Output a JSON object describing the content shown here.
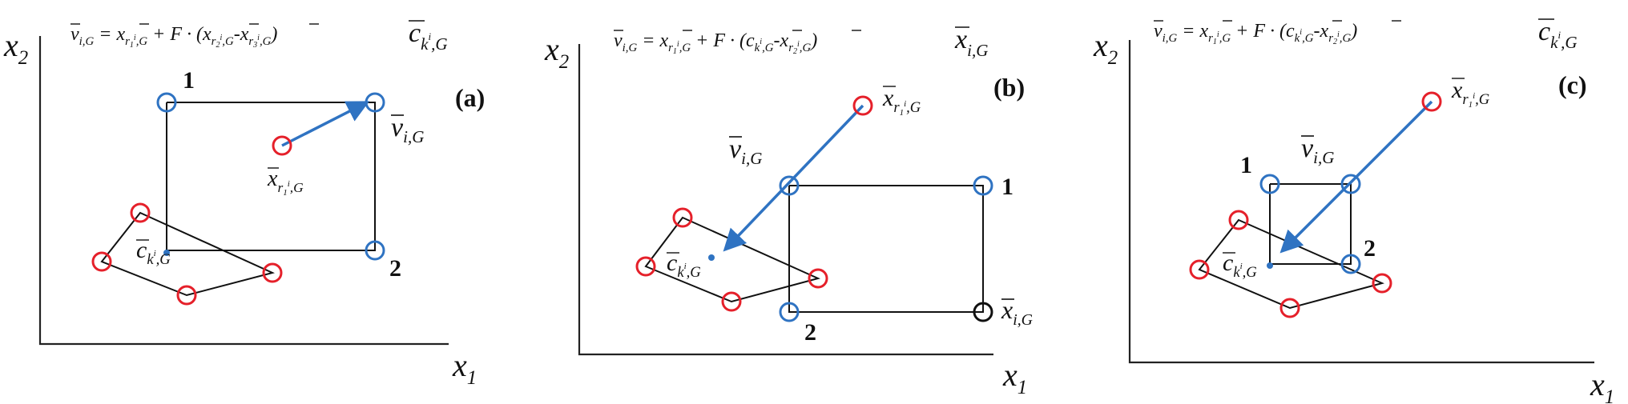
{
  "colors": {
    "red_circle": "#e5202a",
    "blue_circle": "#2f73c2",
    "arrow": "#2f73c2",
    "black": "#111111"
  },
  "panels": [
    {
      "tag": "(a)",
      "formula": {
        "lhs": "v",
        "lhs_sub": "i,G",
        "t1": "x",
        "t1_sub": "r",
        "t1_sub_s": "1",
        "t1_sub_e": "i",
        "t1_rest": ",G",
        "op": " + F · (",
        "t2": "x",
        "t2_sub": "r",
        "t2_s": "2",
        "t2_e": "i",
        "t2_rest": ",G",
        "minus": "-",
        "t3": "x",
        "t3_sub": "r",
        "t3_s": "3",
        "t3_e": "i",
        "t3_rest": ",G",
        "close": ")"
      },
      "extra_label": {
        "base": "c",
        "sub": "k",
        "sup": "i",
        "rest": ",G"
      },
      "axis_x": "x",
      "axis_x_sub": "1",
      "axis_y": "x",
      "axis_y_sub": "2",
      "corner_labels": [
        "1",
        "2"
      ],
      "v_label": {
        "base": "v",
        "sub": "i,G"
      },
      "r_label": {
        "base": "x",
        "sub": "r",
        "s": "1",
        "e": "i",
        "rest": ",G"
      },
      "c_label": {
        "base": "c",
        "sub": "k",
        "sup": "i",
        "rest": ",G"
      }
    },
    {
      "tag": "(b)",
      "formula": {
        "lhs": "v",
        "lhs_sub": "i,G",
        "t1": "x",
        "t1_sub": "r",
        "t1_sub_s": "1",
        "t1_sub_e": "i",
        "t1_rest": ",G",
        "op": " + F · (",
        "t2": "c",
        "t2_sub": "k",
        "t2_e": "i",
        "t2_rest": ",G",
        "minus": "-",
        "t3": "x",
        "t3_sub": "r",
        "t3_s": "2",
        "t3_e": "i",
        "t3_rest": ",G",
        "close": ")"
      },
      "extra_label": {
        "base": "x",
        "sub": "i,G"
      },
      "axis_x": "x",
      "axis_x_sub": "1",
      "axis_y": "x",
      "axis_y_sub": "2",
      "corner_labels": [
        "1",
        "2"
      ],
      "v_label": {
        "base": "v",
        "sub": "i,G"
      },
      "r_label": {
        "base": "x",
        "sub": "r",
        "s": "1",
        "e": "i",
        "rest": ",G"
      },
      "c_label": {
        "base": "c",
        "sub": "k",
        "sup": "i",
        "rest": ",G"
      },
      "target_label": {
        "base": "x",
        "sub": "i,G"
      }
    },
    {
      "tag": "(c)",
      "formula": {
        "lhs": "v",
        "lhs_sub": "i,G",
        "t1": "x",
        "t1_sub": "r",
        "t1_sub_s": "1",
        "t1_sub_e": "i",
        "t1_rest": ",G",
        "op": " + F · (",
        "t2": "c",
        "t2_sub": "k",
        "t2_e": "i",
        "t2_rest": ",G",
        "minus": "-",
        "t3": "x",
        "t3_sub": "r",
        "t3_s": "2",
        "t3_e": "i",
        "t3_rest": ",G",
        "close": ")"
      },
      "extra_label": {
        "base": "c",
        "sub": "k",
        "sup": "i",
        "rest": ",G"
      },
      "axis_x": "x",
      "axis_x_sub": "1",
      "axis_y": "x",
      "axis_y_sub": "2",
      "corner_labels": [
        "1",
        "2"
      ],
      "v_label": {
        "base": "v",
        "sub": "i,G"
      },
      "r_label": {
        "base": "x",
        "sub": "r",
        "s": "1",
        "e": "i",
        "rest": ",G"
      },
      "c_label": {
        "base": "c",
        "sub": "k",
        "sup": "i",
        "rest": ",G"
      }
    }
  ]
}
